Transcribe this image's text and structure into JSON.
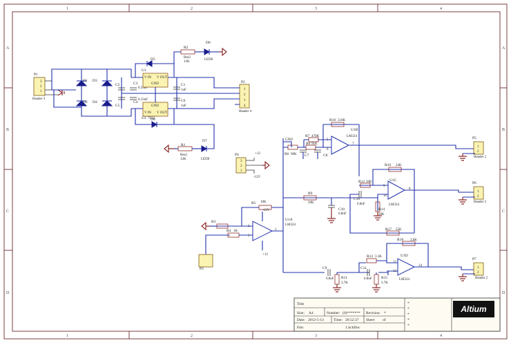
{
  "sheet": {
    "col_labels": [
      "1",
      "2",
      "3",
      "4"
    ],
    "row_labels": [
      "A",
      "B",
      "C",
      "D"
    ]
  },
  "components": {
    "P1": {
      "ref": "P1",
      "value": "Header 3",
      "pins": [
        "3",
        "2",
        "1"
      ]
    },
    "D1": {
      "ref": "D1"
    },
    "D2": {
      "ref": "D2"
    },
    "D3": {
      "ref": "D3"
    },
    "D4": {
      "ref": "D4"
    },
    "C2": {
      "ref": "C2"
    },
    "C3": {
      "ref": "C3",
      "value": "0.33uF"
    },
    "C4": {
      "ref": "C4",
      "value": "0.33uF"
    },
    "C5": {
      "ref": "C5"
    },
    "U1": {
      "ref": "U1",
      "vin": "V IN",
      "vout": "V OUT",
      "gnd": "GND"
    },
    "U2": {
      "ref": "U2",
      "value": "7912",
      "vin": "V IN",
      "vout": "V OUT",
      "gnd": "GND"
    },
    "C1": {
      "ref": "C1",
      "value": "1uF"
    },
    "C6": {
      "ref": "C6",
      "value": "1uF"
    },
    "D5": {
      "ref": "D5"
    },
    "D8": {
      "ref": "D8"
    },
    "R2": {
      "ref": "R2",
      "value1": "Res2",
      "value2": "12K"
    },
    "D6": {
      "ref": "D6",
      "value": "LED0"
    },
    "P2": {
      "ref": "P2",
      "value": "Header 4",
      "pins": [
        "1",
        "2",
        "3",
        "4"
      ]
    },
    "R1": {
      "ref": "R1",
      "value1": "Res2",
      "value2": "12K"
    },
    "D7": {
      "ref": "D7",
      "value": "LED0"
    },
    "P4": {
      "ref": "P4",
      "pins": [
        "3",
        "2",
        "1"
      ],
      "plus": "+12",
      "minus": "-12V"
    },
    "R10": {
      "ref": "R10",
      "value": "510K"
    },
    "U1B": {
      "ref": "U1B",
      "value": "LM324",
      "p5": "5",
      "p6": "6",
      "p7": "7"
    },
    "R7": {
      "ref": "R7",
      "value": "470K"
    },
    "R8": {
      "ref": "R8",
      "value": "91K"
    },
    "R6": {
      "ref": "R6",
      "value": "90K"
    },
    "C7": {
      "ref": "C7"
    },
    "C8": {
      "ref": "C8"
    },
    "gnd_net": "GND",
    "P5": {
      "ref": "P5",
      "value": "Header 2",
      "pins": [
        "1",
        "2"
      ]
    },
    "R16": {
      "ref": "R16",
      "value": "24K"
    },
    "R12": {
      "ref": "R12",
      "value": "20K"
    },
    "U1C": {
      "ref": "U1C",
      "value": "LM324",
      "p9": "9",
      "p10": "10",
      "p8": "8"
    },
    "C10B": {
      "ref": "C10",
      "value": "6.8nF"
    },
    "R14": {
      "ref": "R14",
      "value": "39K"
    },
    "R17": {
      "ref": "R17",
      "value": "55K"
    },
    "P6": {
      "ref": "P6",
      "value": "Header 2",
      "pins": [
        "1",
        "2"
      ]
    },
    "R9": {
      "ref": "R9",
      "value": "20K"
    },
    "C10": {
      "ref": "C10",
      "value": "6.8nF"
    },
    "R5": {
      "ref": "R5",
      "value": "10K"
    },
    "neg12": "-12V",
    "R3": {
      "ref": "R3"
    },
    "R4": {
      "ref": "R4",
      "value": "1K"
    },
    "U1A": {
      "ref": "U1A",
      "value": "LM324",
      "p1": "1",
      "p2": "2",
      "p3": "3"
    },
    "pos12": "+12",
    "P3": {
      "ref": "P3"
    },
    "R18": {
      "ref": "R18",
      "value": "3.6K"
    },
    "R13": {
      "ref": "R13",
      "value": "3.3K"
    },
    "U1D": {
      "ref": "U1D",
      "value": "LM324",
      "p12": "12",
      "p13": "13",
      "p14": "14"
    },
    "C9": {
      "ref": "C9",
      "value": "6.8nF"
    },
    "R11": {
      "ref": "R11",
      "value": "3.7K"
    },
    "C11": {
      "ref": "C11",
      "value": "6.8nF"
    },
    "R15": {
      "ref": "R15",
      "value": "3.7K"
    },
    "P7": {
      "ref": "P7",
      "value": "Header 2",
      "pins": [
        "1",
        "2"
      ]
    }
  },
  "title_block": {
    "title_label": "Title",
    "size_label": "Size:",
    "size_value": "A4",
    "number_label": "Number:",
    "number_value": "(0)*******",
    "revision_label": "Revision:",
    "revision_value": "*",
    "date_label": "Date:",
    "date_value": "2012-5-13",
    "time_label": "Time:",
    "time_value": "20:52:37",
    "sheet_label": "Sheet",
    "sheet_value": "of",
    "file_label": "File:",
    "file_value": "1.SchDoc",
    "stars": [
      "*",
      "*",
      "*",
      "*",
      "*"
    ],
    "logo": "Altium"
  },
  "colors": {
    "wire": "#1f2fa8",
    "ground": "#8a2b2b",
    "component": "#fbf3b2",
    "border": "#5a1010"
  }
}
